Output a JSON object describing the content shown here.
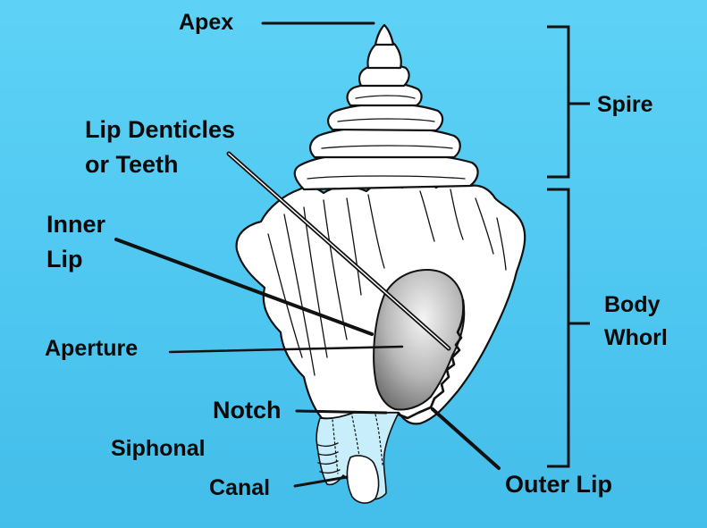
{
  "diagram": {
    "labels": {
      "apex": "Apex",
      "spire": "Spire",
      "lip_denticles_line1": "Lip Denticles",
      "lip_denticles_line2": "or Teeth",
      "inner_lip_line1": "Inner",
      "inner_lip_line2": "Lip",
      "aperture": "Aperture",
      "body_whorl_line1": "Body",
      "body_whorl_line2": "Whorl",
      "notch": "Notch",
      "siphonal": "Siphonal",
      "canal": "Canal",
      "outer_lip": "Outer Lip"
    },
    "colors": {
      "background": "#4dc6f0",
      "shell_fill": "#ffffff",
      "outline": "#111111",
      "aperture_fill": "#9a9a9a",
      "canal_fill": "#c8eefb"
    }
  }
}
